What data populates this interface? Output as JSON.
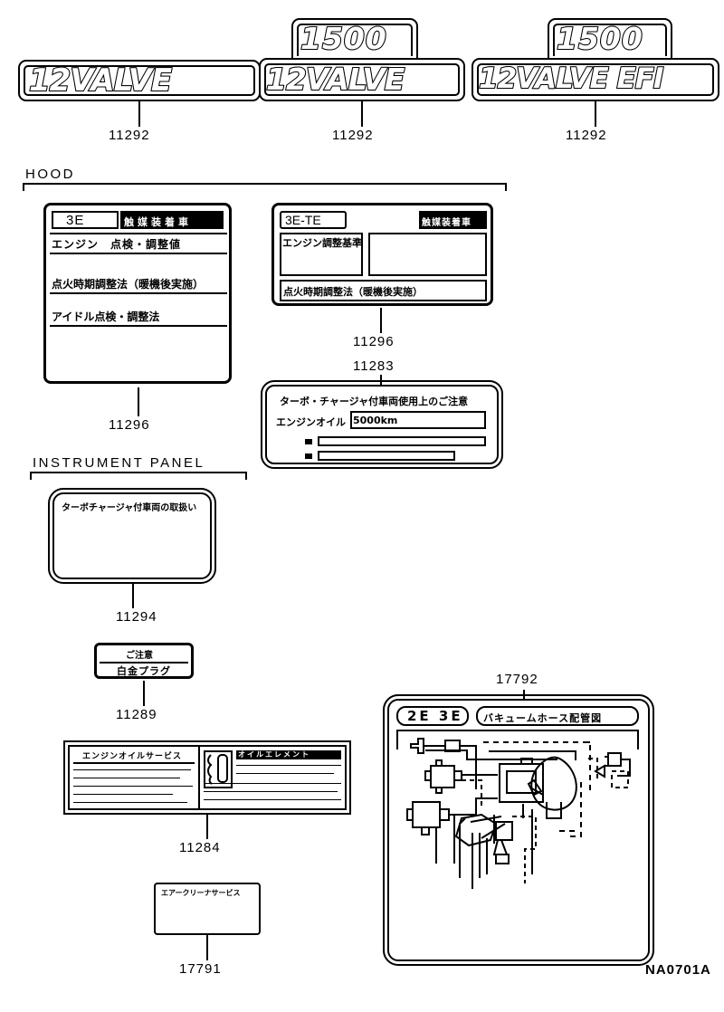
{
  "diagram": {
    "reference_code": "NA0701A",
    "sections": [
      {
        "name": "HOOD",
        "label": "HOOD"
      },
      {
        "name": "INSTRUMENT PANEL",
        "label": "INSTRUMENT PANEL"
      }
    ]
  },
  "emblems": [
    {
      "id": "emblem-12valve",
      "main_text": "12VALVE",
      "sub_text": "",
      "part_number": "11292"
    },
    {
      "id": "emblem-1500-12valve",
      "main_text": "12VALVE",
      "sub_text": "1500",
      "part_number": "11292"
    },
    {
      "id": "emblem-1500-12valve-efi",
      "main_text": "12VALVE EFI",
      "sub_text": "1500",
      "part_number": "11292"
    }
  ],
  "labels": {
    "engine_3e": {
      "part_number": "11296",
      "engine_code": "3E",
      "badge_text": "触媒装着車",
      "rows": [
        "エンジン　点検・調整値",
        "点火時期調整法（暖機後実施）",
        "アイドル点検・調整法"
      ]
    },
    "engine_3ete": {
      "part_number": "11296",
      "engine_code": "3E-TE",
      "badge_text": "触媒装着車",
      "left_cell_text": "エンジン調整基準",
      "bottom_row": "点火時期調整法（暖機後実施）"
    },
    "turbo_caution": {
      "part_number": "11283",
      "title": "ターボ・チャージャ付車両使用上のご注意",
      "field_label": "エンジンオイル",
      "field_value": "5000km"
    },
    "turbo_handling": {
      "part_number": "11294",
      "title": "ターボチャージャ付車両の取扱い"
    },
    "plug_caution": {
      "part_number": "11289",
      "line1": "ご注意",
      "line2": "白金プラグ"
    },
    "oil_service": {
      "part_number": "11284",
      "left_title": "エンジンオイルサービス",
      "right_title": "オイルエレメント"
    },
    "air_cleaner": {
      "part_number": "17791",
      "title": "エアークリーナサービス"
    },
    "vacuum_hose": {
      "part_number": "17792",
      "engine_codes": "2E 3E",
      "title": "バキュームホース配管図"
    }
  }
}
